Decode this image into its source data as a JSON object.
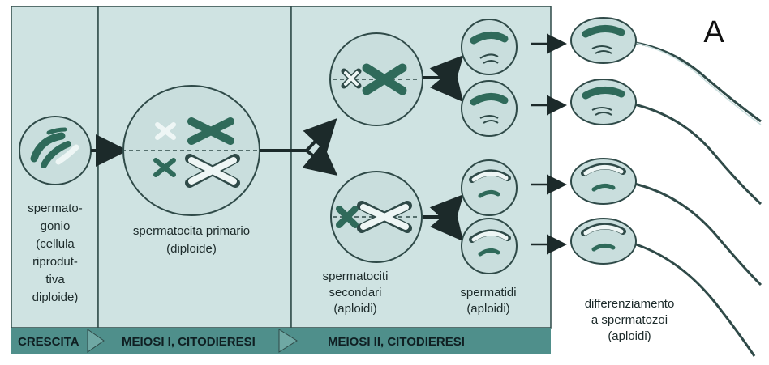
{
  "panel_letter": "A",
  "labels": {
    "spermatogonium": [
      "spermato-",
      "gonio",
      "(cellula",
      "riprodut-",
      "tiva",
      "diploide)"
    ],
    "primary": [
      "spermatocita primario",
      "(diploide)"
    ],
    "secondary": [
      "spermatociti",
      "secondari",
      "(aploidi)"
    ],
    "spermatids": [
      "spermatidi",
      "(aploidi)"
    ],
    "differentiation": [
      "differenziamento",
      "a spermatozoi",
      "(aploidi)"
    ]
  },
  "stages": [
    "CRESCITA",
    "MEIOSI I, CITODIERESI",
    "MEIOSI II, CITODIERESI"
  ],
  "colors": {
    "background": "#ffffff",
    "panel": "#cfe3e2",
    "cell_fill": "#c9dedd",
    "cell_stroke": "#2f4a48",
    "chromosome_dark": "#2f6a5a",
    "chromosome_light": "#eef6f5",
    "stage_bar": "#4f8f8b",
    "stage_arrow": "#6fa8a4",
    "ink": "#1c2a2a"
  }
}
